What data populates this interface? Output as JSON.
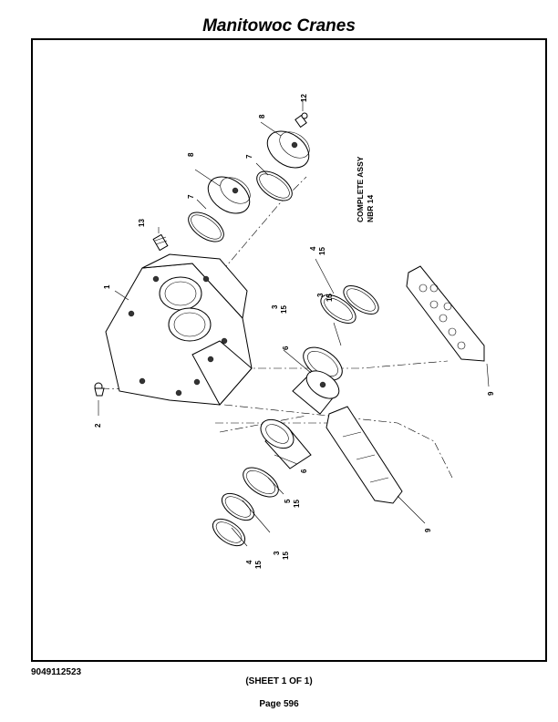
{
  "header": {
    "title": "Manitowoc Cranes"
  },
  "drawing": {
    "note_line1": "COMPLETE ASSY",
    "note_line2": "NBR 14",
    "callouts": {
      "c1": "1",
      "c2": "2",
      "c3a": "3",
      "c3a_q": "15",
      "c3b": "3",
      "c3b_q": "15",
      "c3c": "3",
      "c3c_q": "15",
      "c4a": "4",
      "c4a_q": "15",
      "c4b": "4",
      "c4b_q": "15",
      "c5": "5",
      "c5_q": "15",
      "c6a": "6",
      "c6b": "6",
      "c7a": "7",
      "c7b": "7",
      "c8a": "8",
      "c8b": "8",
      "c9a": "9",
      "c9b": "9",
      "c12": "12",
      "c13": "13"
    }
  },
  "footer": {
    "doc_number": "9049112523",
    "sheet": "(SHEET 1 OF 1)",
    "page": "Page 596"
  }
}
